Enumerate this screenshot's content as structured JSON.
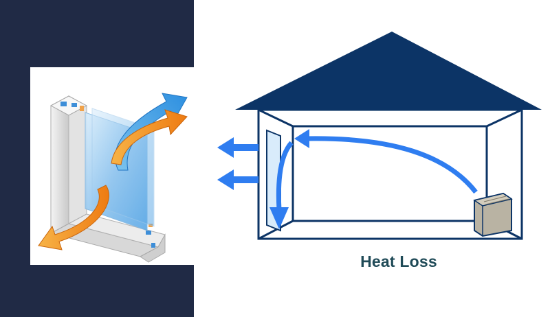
{
  "caption": "Heat Loss",
  "colors": {
    "navy_panel": "#202a45",
    "roof": "#0c3466",
    "outline": "#0c3466",
    "airflow_arrow": "#2f7df0",
    "orange_arrow": "#f28a18",
    "blue_arrow": "#3a9ae0",
    "heater": "#b9b3a3",
    "caption": "#1f4a57"
  },
  "icons": {
    "window_illustration": "window-frame-cross-section",
    "heater": "air-conditioner-unit"
  }
}
